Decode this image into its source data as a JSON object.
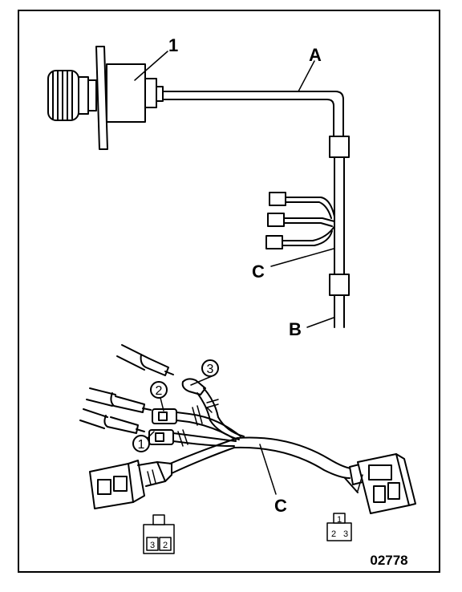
{
  "labels": {
    "part_1": "1",
    "wire_A": "A",
    "wire_B": "B",
    "wire_C_upper": "C",
    "wire_C_lower": "C"
  },
  "callouts": {
    "terminal_1": "1",
    "terminal_2": "2",
    "terminal_3": "3"
  },
  "pin_labels": {
    "left_connector": [
      "3",
      "2"
    ],
    "right_connector": [
      "1",
      "2",
      "3"
    ]
  },
  "reference_number": "02778",
  "colors": {
    "ink": "#000000",
    "paper": "#ffffff"
  }
}
